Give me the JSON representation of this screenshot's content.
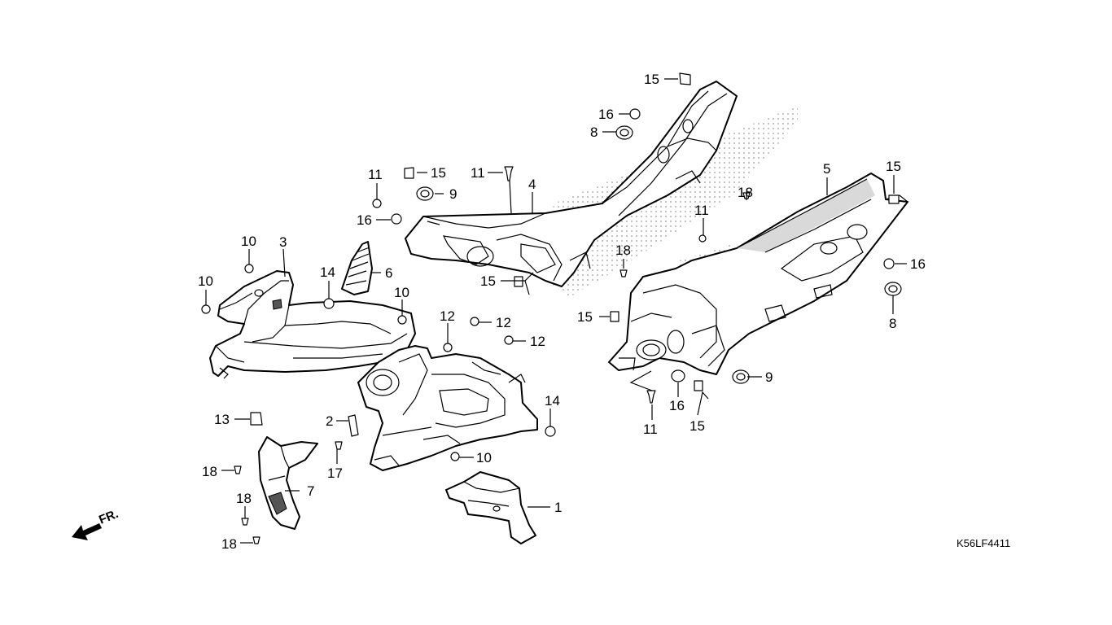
{
  "drawing_code": "K56LF4411",
  "direction_label": "FR.",
  "callouts": {
    "c15_top": "15",
    "c16_top": "16",
    "c8_top": "8",
    "c11_a": "11",
    "c15_a": "15",
    "c11_b": "11",
    "c4": "4",
    "c9_a": "9",
    "c16_a": "16",
    "c5": "5",
    "c15_b": "15",
    "c18_a": "18",
    "c11_c": "11",
    "c10_a": "10",
    "c3": "3",
    "c18_b": "18",
    "c16_b": "16",
    "c14_a": "14",
    "c6": "6",
    "c10_b": "10",
    "c15_c": "15",
    "c8_b": "8",
    "c10_c": "10",
    "c15_d": "15",
    "c12_a": "12",
    "c12_b": "12",
    "c12_c": "12",
    "c9_b": "9",
    "c16_c": "16",
    "c15_e": "15",
    "c11_d": "11",
    "c14_b": "14",
    "c13": "13",
    "c2": "2",
    "c17": "17",
    "c18_c": "18",
    "c7": "7",
    "c18_d": "18",
    "c18_e": "18",
    "c10_d": "10",
    "c1": "1"
  }
}
